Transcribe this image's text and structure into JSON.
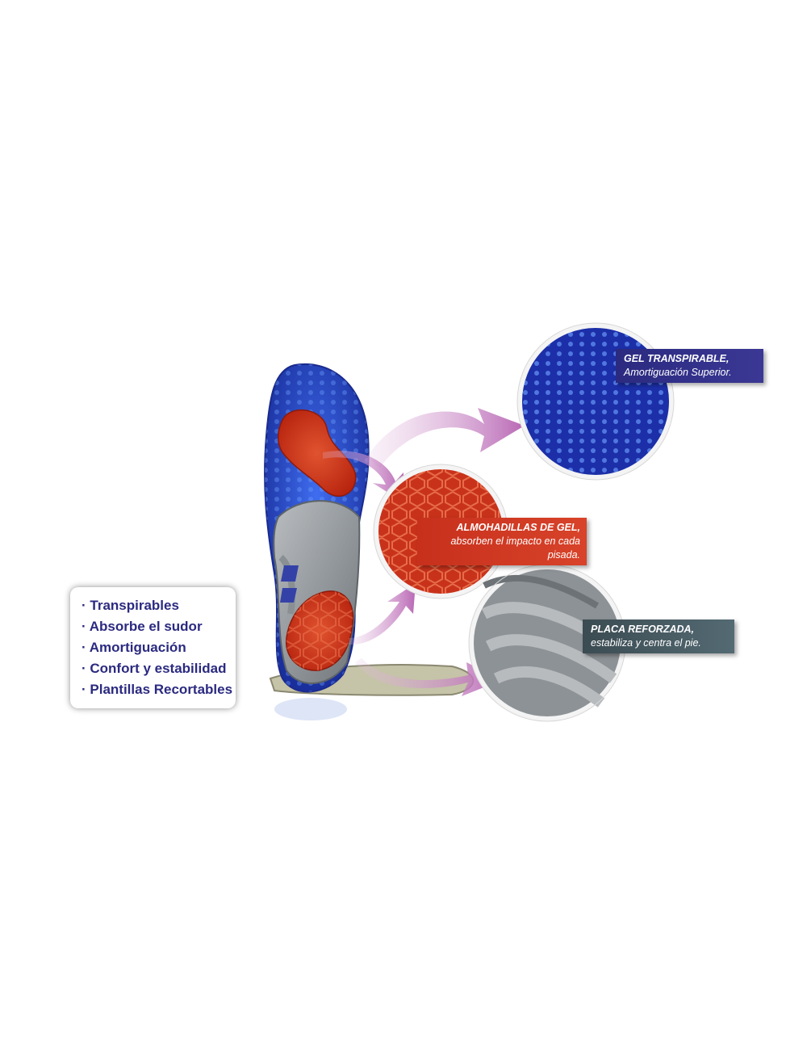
{
  "features": [
    "· Transpirables",
    "· Absorbe el sudor",
    "· Amortiguación",
    "· Confort y estabilidad",
    "· Plantillas Recortables"
  ],
  "callouts": {
    "gel": {
      "title": "GEL TRANSPIRABLE,",
      "desc": "Amortiguación Superior."
    },
    "almohadillas": {
      "title": "ALMOHADILLAS DE GEL,",
      "desc": "absorben el impacto en cada pisada."
    },
    "placa": {
      "title": "PLACA REFORZADA,",
      "desc": "estabiliza y centra el pie."
    }
  },
  "colors": {
    "gel_blue": "#1f3fb8",
    "pad_red": "#d8432a",
    "plate_gray": "#8d9296",
    "arrow_pink": "#c77fc3",
    "text_navy": "#2b2a80"
  }
}
